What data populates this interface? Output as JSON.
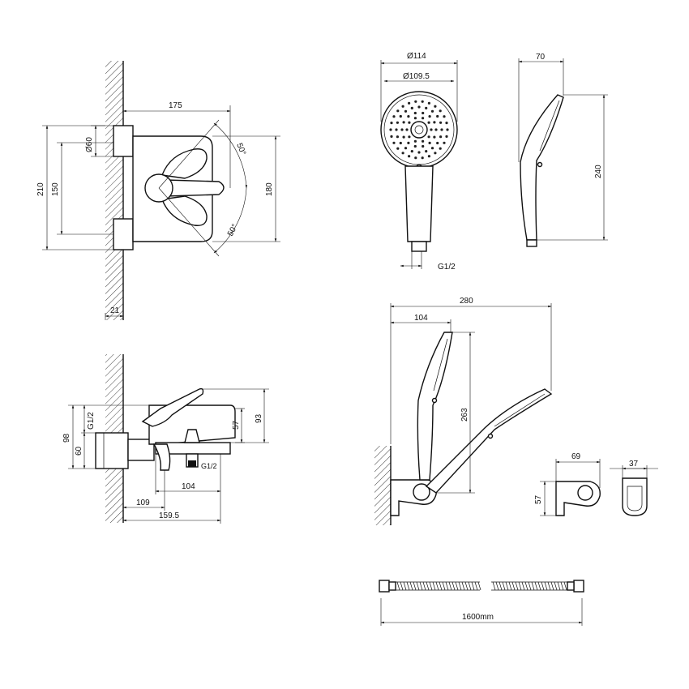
{
  "front_view": {
    "dim_width": "175",
    "dim_diameter": "Ø60",
    "dim_overall_height": "210",
    "dim_inlet_spacing": "150",
    "dim_lever_span": "180",
    "angle_upper": "50°",
    "angle_lower": "50°",
    "dim_wall_offset": "21"
  },
  "side_view": {
    "dim_total_height": "98",
    "dim_inlet_thread": "G1/2",
    "dim_inlet_height": "60",
    "dim_lever_height": "93",
    "dim_body_height": "57",
    "dim_outlet_thread": "G1/2",
    "dim_outlet_position": "104",
    "dim_spout_position": "109",
    "dim_total_depth": "159.5"
  },
  "hand_shower_front": {
    "dim_outer_diameter": "Ø114",
    "dim_inner_diameter": "Ø109.5",
    "dim_thread": "G1/2"
  },
  "hand_shower_side": {
    "dim_depth": "70",
    "dim_length": "240"
  },
  "holder_assembly": {
    "dim_total_width": "280",
    "dim_head_offset": "104",
    "dim_height": "263"
  },
  "wall_bracket": {
    "dim_width": "69",
    "dim_height": "57",
    "dim_depth": "37"
  },
  "hose": {
    "dim_length": "1600mm"
  }
}
